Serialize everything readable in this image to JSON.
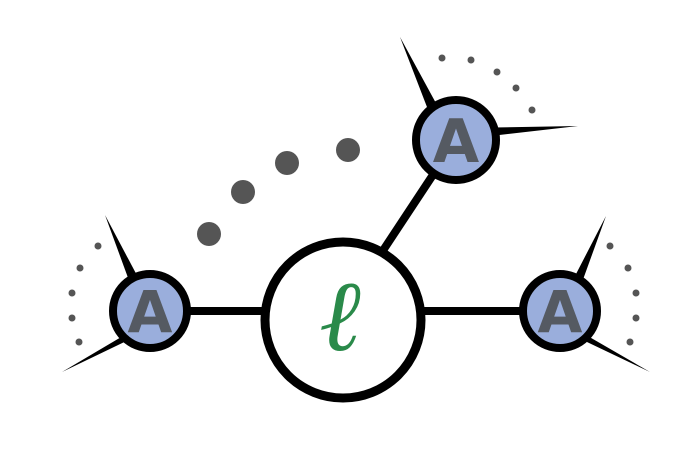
{
  "diagram": {
    "center": {
      "label": "ℓ",
      "color": "#2a8a4a"
    },
    "nodes": [
      {
        "label": "A"
      },
      {
        "label": "A"
      },
      {
        "label": "A"
      }
    ],
    "colors": {
      "node_fill": "#9aaedc",
      "stroke": "#000000",
      "dots": "#555555",
      "letter": "#555a62"
    }
  }
}
